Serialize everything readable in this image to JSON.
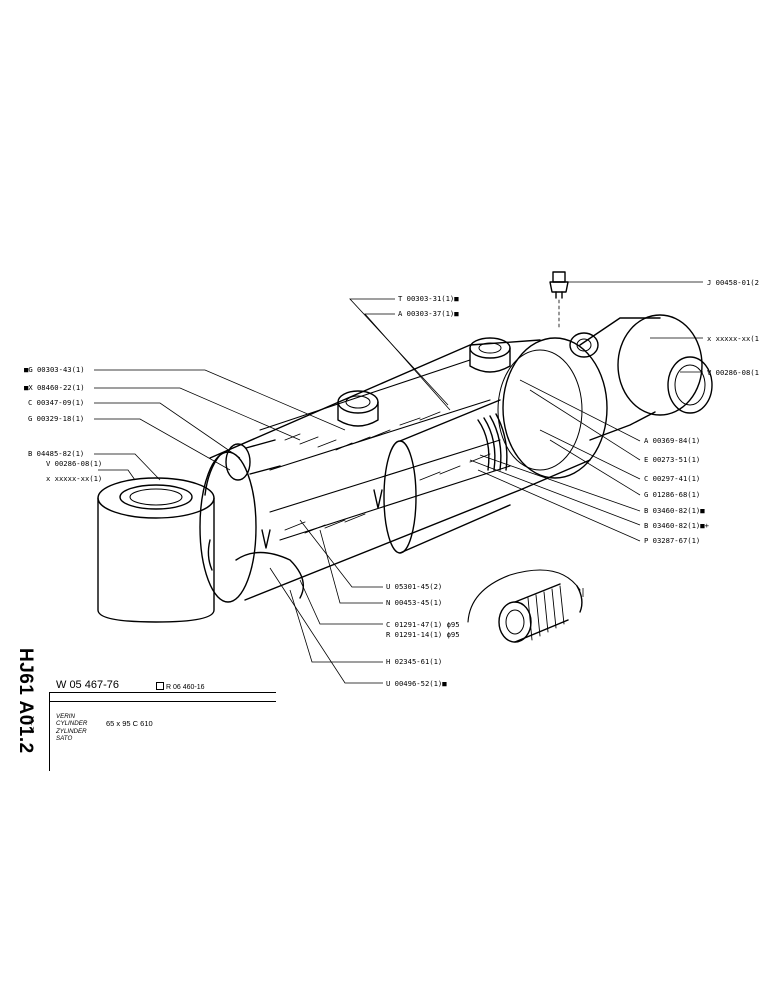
{
  "labels": {
    "j_00458": "J 00458-01(2",
    "xxxxxx_right": "x xxxxx-xx(1",
    "v_00286_right": "V 00286-08(1",
    "t_00303": "T 00303-31(1)■",
    "a_00303": "A 00303-37(1)■",
    "g_00303": "■G 00303-43(1)",
    "x_08460": "■X 08460-22(1)",
    "c_00347": "C 00347-09(1)",
    "g_00329": "G 00329-18(1)",
    "b_04485": "B 04485-82(1)",
    "v_00286_left": "V 00286-08(1)",
    "xxxxxx_left": "x xxxxx-xx(1)",
    "a_00369": "A 00369-84(1)",
    "e_00273": "E 00273-51(1)",
    "c_00297": "C 00297-41(1)",
    "g_01286": "G 01286-68(1)",
    "b_03460_a": "B 03460-82(1)■",
    "b_03460_b": "B 03460-82(1)■+",
    "p_03287": "P 03287-67(1)",
    "u_05301": "U 05301-45(2)",
    "n_00453": "N 00453-45(1)",
    "c_01291": "C 01291-47(1) ϕ95",
    "r_01291": "R 01291-14(1) ϕ95",
    "h_02345": "H 02345-61(1)",
    "u_00496": "U 00496-52(1)■"
  },
  "side_code": "HJ61 A01.2",
  "side_date": "10-73",
  "title_block": {
    "number": "W 05 467-76",
    "reference": "R 06 460-16",
    "desc_lines": [
      "VERIN",
      "CYLINDER",
      "ZYLINDER",
      "SATO"
    ],
    "size": "65 x 95 C 610"
  }
}
